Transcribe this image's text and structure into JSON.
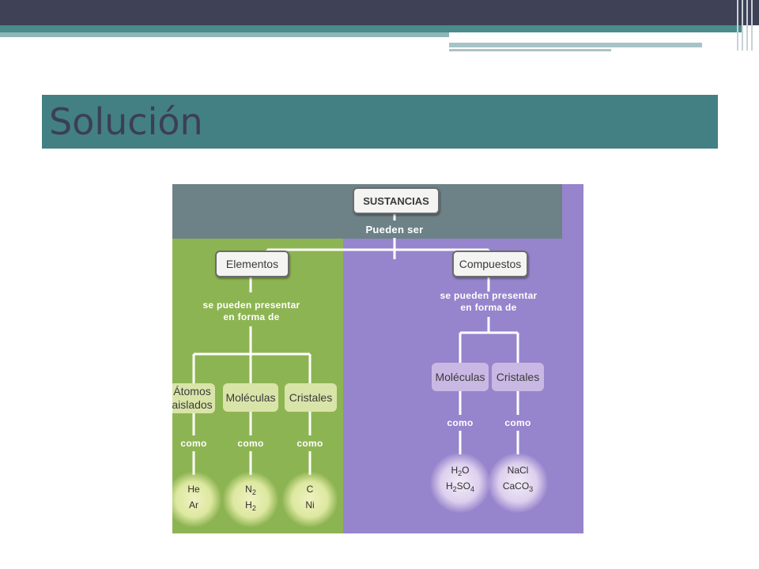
{
  "slide": {
    "title": "Solución"
  },
  "diagram": {
    "root": "SUSTANCIAS",
    "root_link": "Pueden ser",
    "elementos": {
      "label": "Elementos",
      "link_line1": "se pueden presentar",
      "link_line2": "en forma de",
      "children": [
        {
          "label_line1": "Átomos",
          "label_line2": "aislados",
          "link": "como",
          "examples": [
            "He",
            "Ar"
          ]
        },
        {
          "label_line1": "Moléculas",
          "label_line2": "",
          "link": "como",
          "examples": [
            "N2",
            "H2"
          ]
        },
        {
          "label_line1": "Cristales",
          "label_line2": "",
          "link": "como",
          "examples": [
            "C",
            "Ni"
          ]
        }
      ]
    },
    "compuestos": {
      "label": "Compuestos",
      "link_line1": "se pueden presentar",
      "link_line2": "en forma de",
      "children": [
        {
          "label_line1": "Moléculas",
          "link": "como",
          "examples": [
            "H2O",
            "H2SO4"
          ]
        },
        {
          "label_line1": "Cristales",
          "link": "como",
          "examples": [
            "NaCl",
            "CaCO3"
          ]
        }
      ]
    },
    "colors": {
      "header": "#6d8287",
      "elementos_panel": "#8db452",
      "compuestos_panel": "#9684cc"
    }
  }
}
